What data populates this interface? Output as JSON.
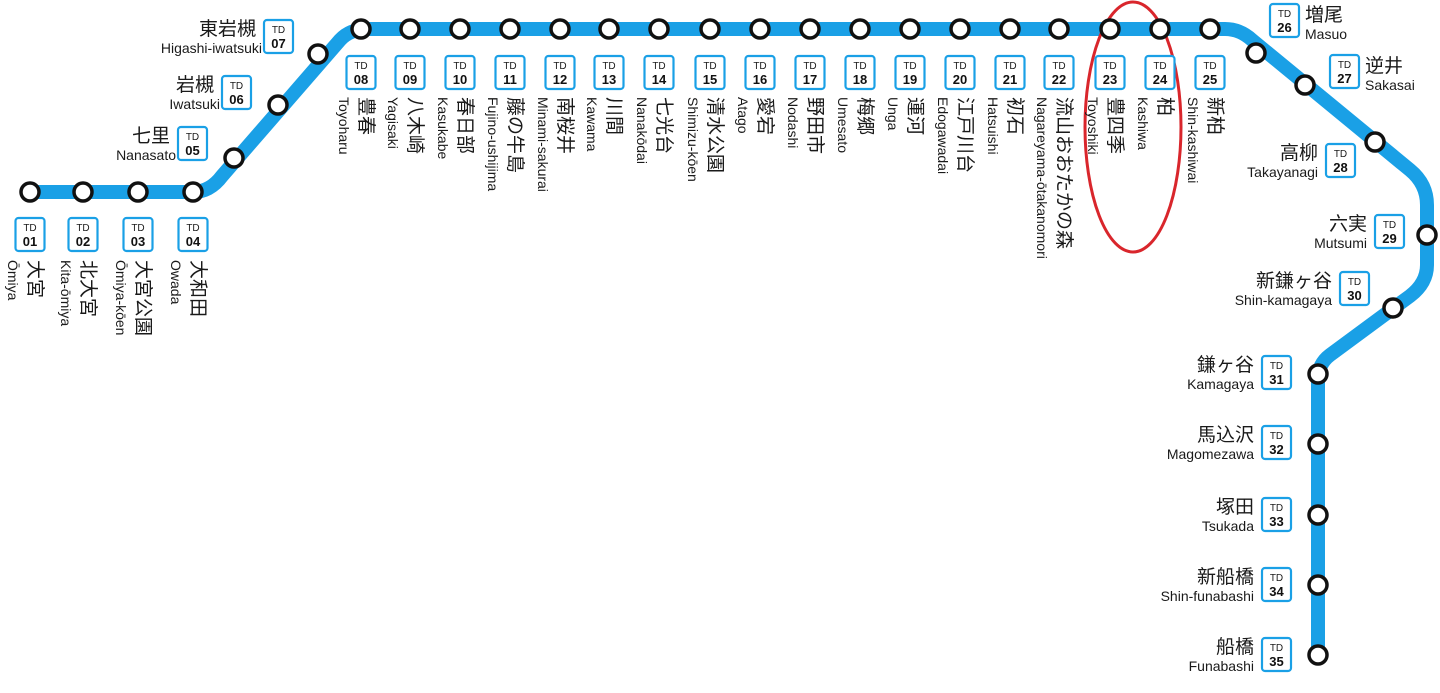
{
  "line": {
    "prefix": "TD",
    "line_color": "#1aa0e6",
    "annotation_color": "#d9262c",
    "highlight": "TD 23–24 circled"
  },
  "stations": [
    {
      "code": "01",
      "ja": "大宮",
      "en": "Ōmiya"
    },
    {
      "code": "02",
      "ja": "北大宮",
      "en": "Kita-ōmiya"
    },
    {
      "code": "03",
      "ja": "大宮公園",
      "en": "Ōmiya-kōen"
    },
    {
      "code": "04",
      "ja": "大和田",
      "en": "Owada"
    },
    {
      "code": "05",
      "ja": "七里",
      "en": "Nanasato"
    },
    {
      "code": "06",
      "ja": "岩槻",
      "en": "Iwatsuki"
    },
    {
      "code": "07",
      "ja": "東岩槻",
      "en": "Higashi-iwatsuki"
    },
    {
      "code": "08",
      "ja": "豊春",
      "en": "Toyoharu"
    },
    {
      "code": "09",
      "ja": "八木崎",
      "en": "Yagisaki"
    },
    {
      "code": "10",
      "ja": "春日部",
      "en": "Kasukabe"
    },
    {
      "code": "11",
      "ja": "藤の牛島",
      "en": "Fujino-ushijima"
    },
    {
      "code": "12",
      "ja": "南桜井",
      "en": "Minami-sakurai"
    },
    {
      "code": "13",
      "ja": "川間",
      "en": "Kawama"
    },
    {
      "code": "14",
      "ja": "七光台",
      "en": "Nanakōdai"
    },
    {
      "code": "15",
      "ja": "清水公園",
      "en": "Shimizu-kōen"
    },
    {
      "code": "16",
      "ja": "愛宕",
      "en": "Atago"
    },
    {
      "code": "17",
      "ja": "野田市",
      "en": "Nodashi"
    },
    {
      "code": "18",
      "ja": "梅郷",
      "en": "Umesato"
    },
    {
      "code": "19",
      "ja": "運河",
      "en": "Unga"
    },
    {
      "code": "20",
      "ja": "江戸川台",
      "en": "Edogawadai"
    },
    {
      "code": "21",
      "ja": "初石",
      "en": "Hatsuishi"
    },
    {
      "code": "22",
      "ja": "流山おおたかの森",
      "en": "Nagareyama-ōtakanomori"
    },
    {
      "code": "23",
      "ja": "豊四季",
      "en": "Toyoshiki"
    },
    {
      "code": "24",
      "ja": "柏",
      "en": "Kashiwa"
    },
    {
      "code": "25",
      "ja": "新柏",
      "en": "Shin-kashiwai"
    },
    {
      "code": "26",
      "ja": "増尾",
      "en": "Masuo"
    },
    {
      "code": "27",
      "ja": "逆井",
      "en": "Sakasai"
    },
    {
      "code": "28",
      "ja": "高柳",
      "en": "Takayanagi"
    },
    {
      "code": "29",
      "ja": "六実",
      "en": "Mutsumi"
    },
    {
      "code": "30",
      "ja": "新鎌ヶ谷",
      "en": "Shin-kamagaya"
    },
    {
      "code": "31",
      "ja": "鎌ヶ谷",
      "en": "Kamagaya"
    },
    {
      "code": "32",
      "ja": "馬込沢",
      "en": "Magomezawa"
    },
    {
      "code": "33",
      "ja": "塚田",
      "en": "Tsukada"
    },
    {
      "code": "34",
      "ja": "新船橋",
      "en": "Shin-funabashi"
    },
    {
      "code": "35",
      "ja": "船橋",
      "en": "Funabashi"
    }
  ]
}
